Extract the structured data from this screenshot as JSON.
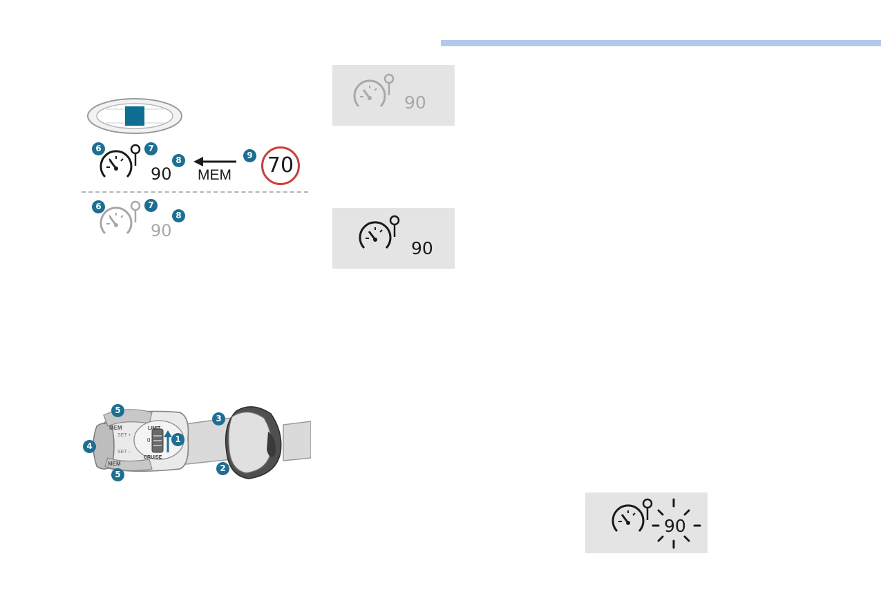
{
  "header": {
    "accent_color": "#b3c8ea"
  },
  "display_diagram": {
    "selector_icon": "thumbwheel-selector-icon",
    "active_row": {
      "callouts": [
        "6",
        "7",
        "8",
        "9"
      ],
      "speed": "90",
      "mem_label": "MEM",
      "sign_speed": "70"
    },
    "inactive_row": {
      "callouts": [
        "6",
        "7",
        "8"
      ],
      "speed": "90"
    }
  },
  "panels": {
    "inactive": {
      "icon": "speed-limiter-icon",
      "speed": "90",
      "color": "#a8a8a8"
    },
    "active": {
      "icon": "speed-limiter-icon",
      "speed": "90",
      "color": "#1a1a1a"
    },
    "flashing": {
      "icon": "speed-limiter-icon",
      "speed": "90"
    }
  },
  "stalk_diagram": {
    "callouts": [
      "1",
      "2",
      "3",
      "4",
      "5",
      "5"
    ],
    "labels": {
      "mem_top": "MEM",
      "mem_bottom": "MEM",
      "set_plus": "SET +",
      "set_minus": "SET –",
      "limit": "LIMIT",
      "zero": "0",
      "cruise": "CRUISE"
    }
  }
}
